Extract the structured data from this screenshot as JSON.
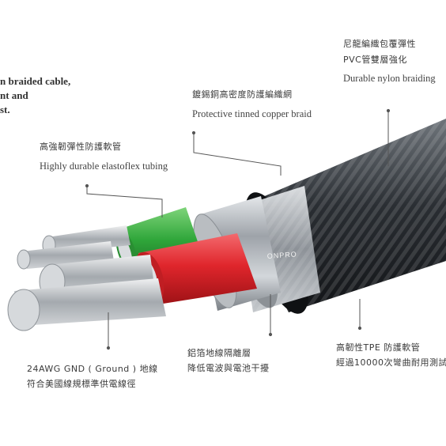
{
  "intro": {
    "line1": "n braided cable,",
    "line2": "nt and",
    "line3": "st."
  },
  "labels": {
    "nylon_zh_1": "尼龍編織包覆彈性",
    "nylon_zh_2": "PVC管雙層強化",
    "nylon_en": "Durable nylon braiding",
    "copper_zh": "鍍錫銅高密度防護編織網",
    "copper_en": "Protective tinned copper braid",
    "tubing_zh": "高強韌彈性防護軟管",
    "tubing_en": "Highly durable elastoflex tubing",
    "ground_zh_1": "24AWG  GND ( Ground ) 地線",
    "ground_zh_2": "符合美國線規標準供電線徑",
    "foil_zh_1": "鋁箔地線隔離層",
    "foil_zh_2": "降低電波與電池干擾",
    "tpe_zh_1": "高韌性TPE 防護軟管",
    "tpe_zh_2": "經過10000次彎曲耐用測試"
  },
  "brand": "ONPRO",
  "colors": {
    "green": "#2fa63a",
    "red": "#e0262c",
    "steel": "#a9adb2",
    "braid": "#2b2f33",
    "leader": "#555555"
  }
}
